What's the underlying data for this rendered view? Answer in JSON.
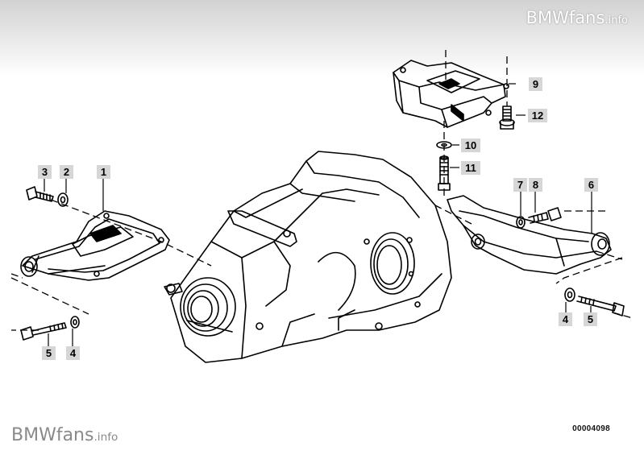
{
  "watermark": {
    "top": {
      "brand": "BMWfans",
      "suffix": ".info"
    },
    "bottom": {
      "brand": "BMWfans",
      "suffix": ".info"
    }
  },
  "diagram_code": "00004098",
  "callouts": {
    "c3": "3",
    "c2": "2",
    "c1": "1",
    "c5_left": "5",
    "c4_left": "4",
    "c9": "9",
    "c12": "12",
    "c10": "10",
    "c11": "11",
    "c7": "7",
    "c8": "8",
    "c6": "6",
    "c4_right": "4",
    "c5_right": "5"
  },
  "colors": {
    "line": "#000000",
    "callout_bg": "#d6d6d6",
    "background": "#ffffff"
  }
}
